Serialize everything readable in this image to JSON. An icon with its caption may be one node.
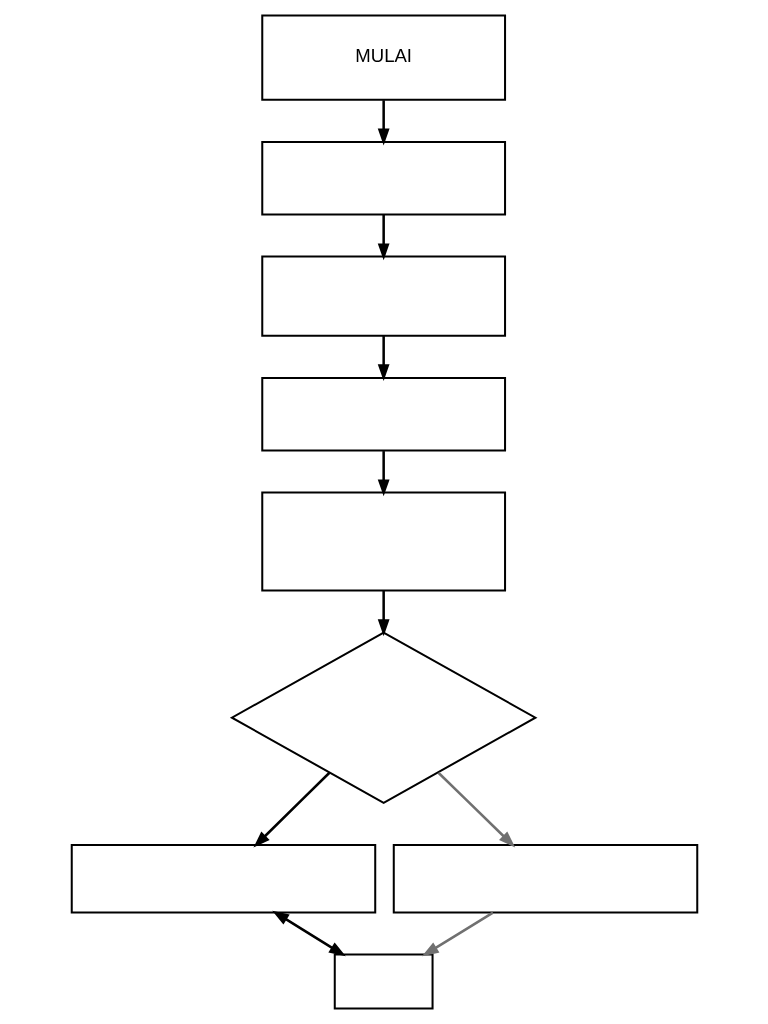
{
  "diagram": {
    "nodes": [
      {
        "text": [
          "MULAI"
        ]
      },
      {
        "text": [],
        "shape": "box"
      },
      {
        "text": [],
        "shape": "box"
      },
      {
        "text": [],
        "shape": "box"
      },
      {
        "text": [],
        "shape": "box"
      },
      {
        "text": [],
        "shape": "diamond"
      },
      {
        "text": [],
        "shape": "box"
      },
      {
        "text": [],
        "shape": "box"
      },
      {
        "text": [],
        "shape": "box"
      }
    ],
    "edges": [
      {
        "from": 0,
        "to": 1,
        "arrow": "to"
      },
      {
        "from": 1,
        "to": 2,
        "arrow": "to"
      },
      {
        "from": 2,
        "to": 3,
        "arrow": "to"
      },
      {
        "from": 3,
        "to": 4,
        "arrow": "to"
      },
      {
        "from": 4,
        "to": 5,
        "arrow": "to"
      },
      {
        "from": 5,
        "to": 6,
        "arrow": "to"
      },
      {
        "from": 5,
        "to": 7,
        "arrow": "to",
        "color": "#707070"
      },
      {
        "from": 6,
        "to": 8,
        "arrow": "both"
      },
      {
        "from": 7,
        "to": 8,
        "arrow": "to",
        "color": "#707070"
      }
    ]
  }
}
